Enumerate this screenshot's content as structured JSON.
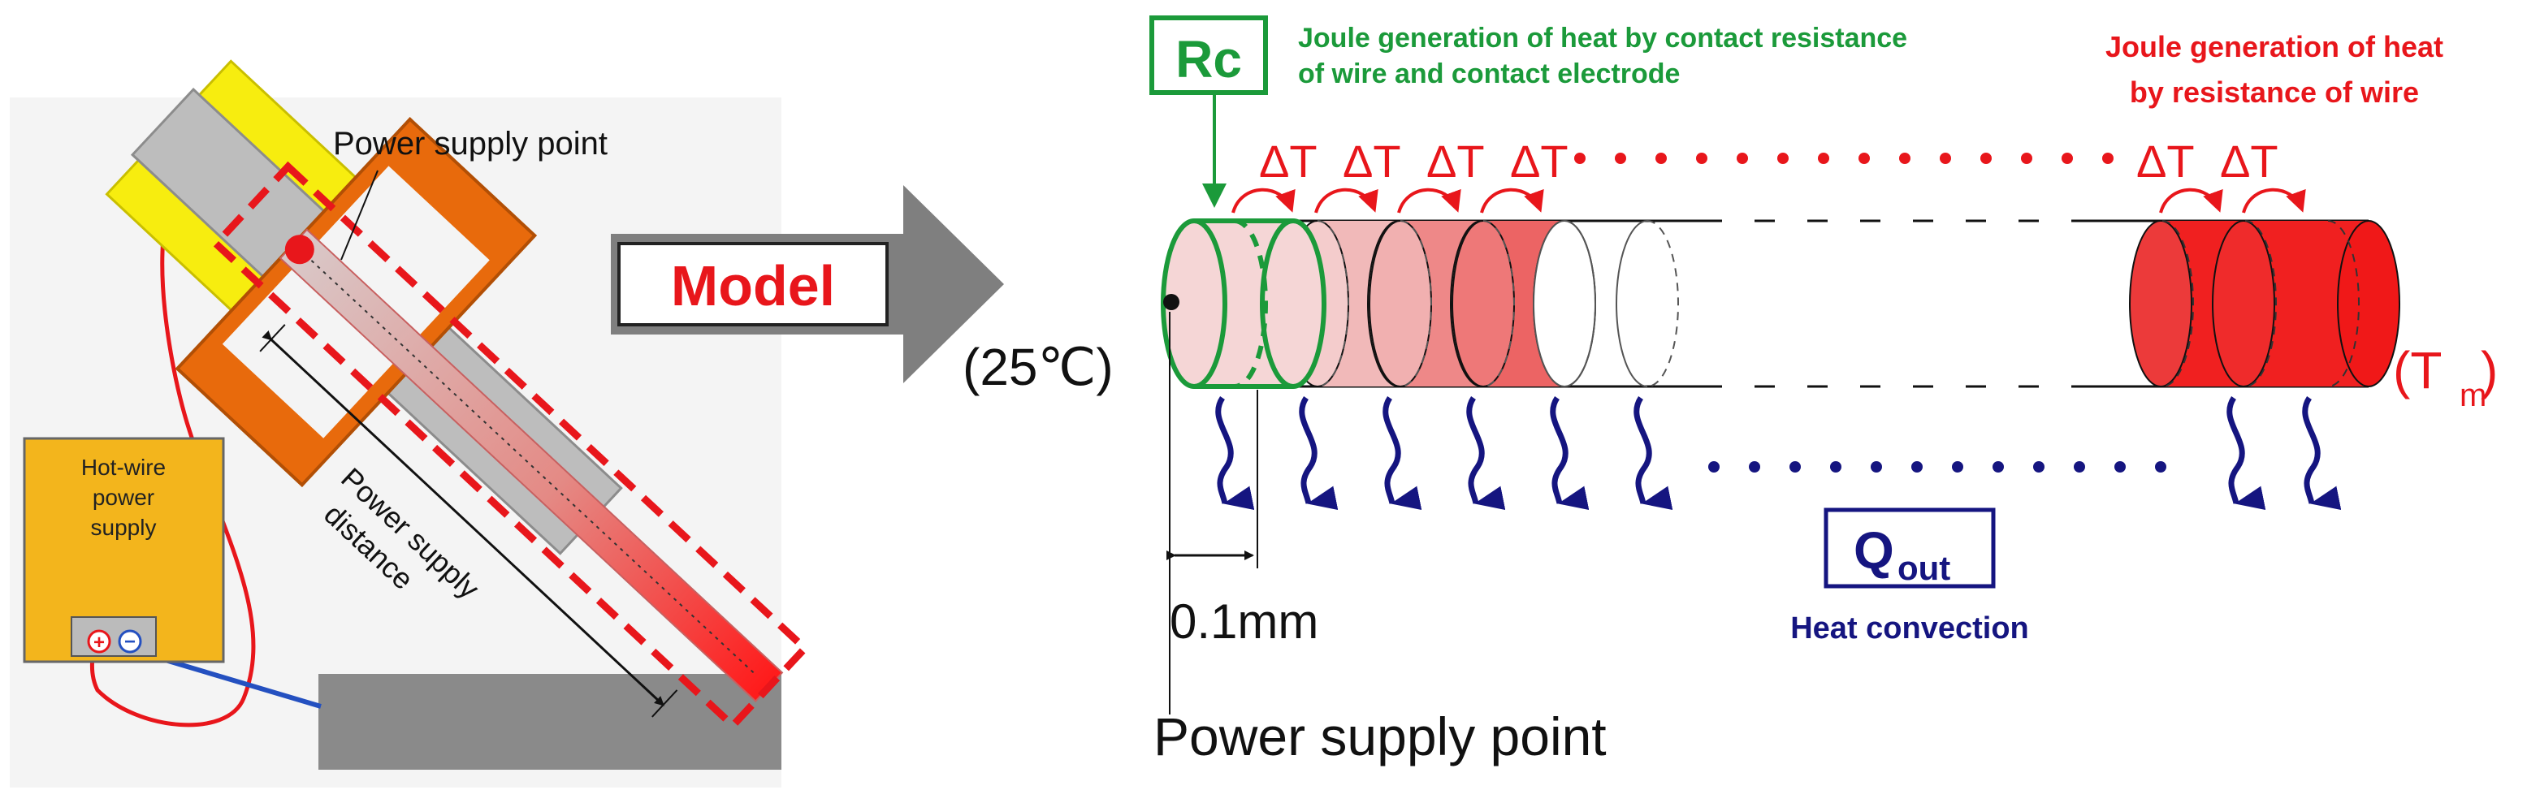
{
  "colors": {
    "red": "#e8161b",
    "green": "#1b9a3a",
    "navy": "#151580",
    "orange": "#e86a0c",
    "yellow": "#f7ed0f",
    "psu": "#f3b51c",
    "gray": "#808080",
    "black": "#111111"
  },
  "left_panel": {
    "power_supply_point_label": "Power supply point",
    "power_supply_distance_line1": "Power supply",
    "power_supply_distance_line2": "distance",
    "psu_line1": "Hot-wire",
    "psu_line2": "power",
    "psu_line3": "supply",
    "terminal_plus": "+",
    "terminal_minus": "−"
  },
  "arrow": {
    "label": "Model"
  },
  "model": {
    "rc_label": "Rc",
    "contact_heat_line1": "Joule generation of heat by contact resistance",
    "contact_heat_line2": "of wire and contact electrode",
    "wire_heat_line1": "Joule generation of heat",
    "wire_heat_line2": "by resistance of wire",
    "delta_t": "ΔT",
    "start_temp": "(25℃)",
    "end_temp_open": "(T",
    "end_temp_sub": "m",
    "end_temp_close": ")",
    "segment_length": "0.1mm",
    "q_main": "Q",
    "q_sub": "out",
    "heat_convection": "Heat convection",
    "power_supply_point_label": "Power supply point"
  }
}
